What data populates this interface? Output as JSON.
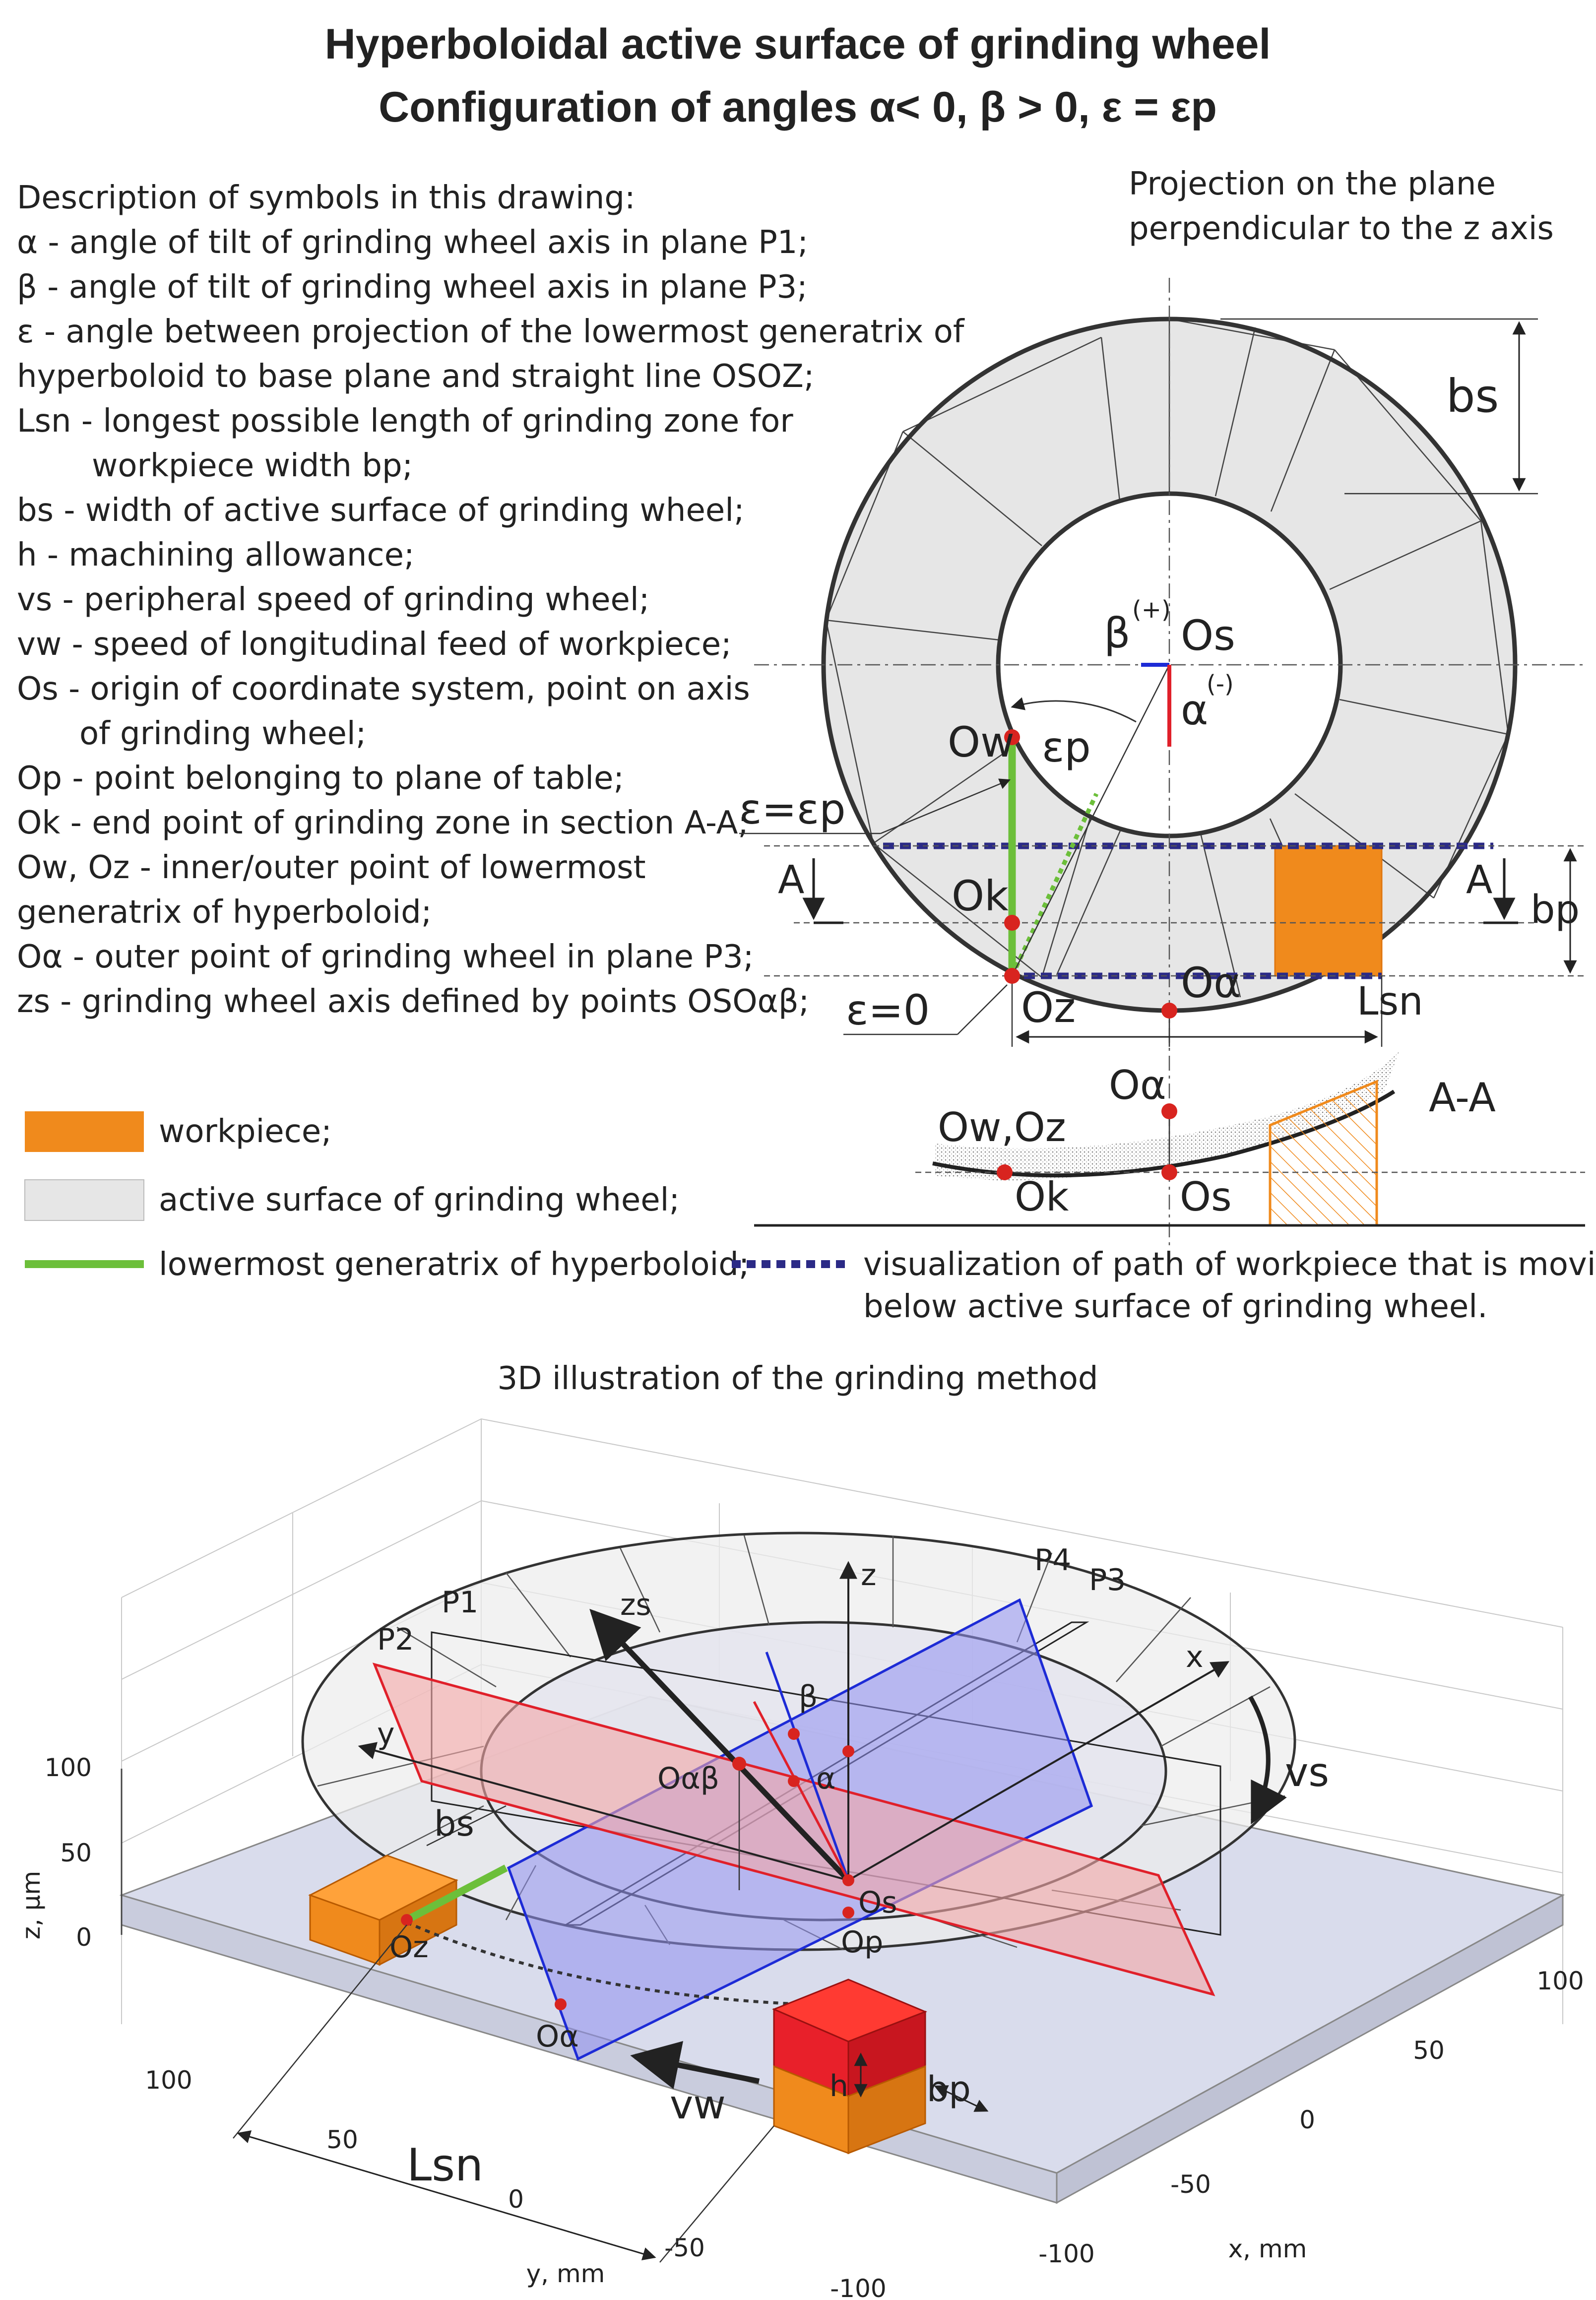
{
  "title": {
    "line1": "Hyperboloidal active surface of grinding wheel",
    "line2": "Configuration of angles α< 0, β > 0, ε = εp"
  },
  "description": {
    "heading": "Description of symbols in this drawing:",
    "lines": [
      "α - angle of tilt of grinding wheel axis in plane P1;",
      "β - angle of tilt of grinding wheel axis in plane P3;",
      "ε - angle between projection of the lowermost generatrix of",
      "hyperboloid to base plane and straight line OSOZ;",
      "Lsn - longest possible length of grinding zone for",
      "workpiece width bp;",
      "bs - width of active surface of grinding wheel;",
      "h - machining allowance;",
      "vs - peripheral speed of grinding wheel;",
      "vw - speed of longitudinal feed of workpiece;",
      "Os - origin of coordinate system, point on axis",
      "of grinding wheel;",
      "Op - point belonging to plane of table;",
      "Ok - end point of grinding zone in section A-A;",
      "Ow, Oz - inner/outer point of lowermost",
      "generatrix of hyperboloid;",
      "Oα - outer point of grinding wheel in plane P3;",
      "zs - grinding wheel axis defined by points OSOαβ;"
    ]
  },
  "legend": {
    "workpiece": "workpiece;",
    "active_surface": "active surface of grinding wheel;",
    "generatrix": "lowermost generatrix of hyperboloid;",
    "path_line1": "visualization of path of workpiece that is moving",
    "path_line2": "below active surface of grinding wheel."
  },
  "projection": {
    "caption_line1": "Projection on the plane",
    "caption_line2": "perpendicular to the z axis",
    "bs": "bs",
    "beta": "β",
    "beta_sign": "(+)",
    "alpha": "α",
    "alpha_sign": "(-)",
    "os": "Os",
    "ow": "Ow",
    "ep": "εp",
    "eps_eq": "ε=εp",
    "ok": "Ok",
    "eps0": "ε=0",
    "oz": "Oz",
    "oalpha": "Oα",
    "lsn": "Lsn",
    "bp": "bp",
    "a_left": "A",
    "a_right": "A"
  },
  "section": {
    "label": "A-A",
    "owoz": "Ow,Oz",
    "oalpha": "Oα",
    "ok": "Ok",
    "os": "Os"
  },
  "illustration": {
    "caption": "3D illustration of the grinding method",
    "z_axis_label": "z, μm",
    "z_ticks": [
      "100",
      "50",
      "0"
    ],
    "y_axis_label": "y, mm",
    "y_ticks": [
      "100",
      "50",
      "0",
      "-50",
      "-100"
    ],
    "x_axis_label": "x, mm",
    "x_ticks": [
      "100",
      "50",
      "0",
      "-50",
      "-100"
    ],
    "z": "z",
    "x": "x",
    "y": "y",
    "zs": "zs",
    "p1": "P1",
    "p2": "P2",
    "p3": "P3",
    "p4": "P4",
    "beta": "β",
    "alpha": "α",
    "oab": "Oαβ",
    "vs": "vs",
    "bs": "bs",
    "os": "Os",
    "op": "Op",
    "oz": "Oz",
    "oa": "Oα",
    "vw": "vw",
    "h": "h",
    "bp": "bp",
    "lsn": "Lsn"
  },
  "colors": {
    "workpiece": "#f08a1c",
    "allowance": "#e8202a",
    "active_surface": "#e6e6e6",
    "generatrix": "#6cbf3a",
    "path": "#2b2a86",
    "plane_p4": "#8f8ff0",
    "plane_p2": "#f4a6a6",
    "point": "#d8241f",
    "table": "#d9dcec"
  }
}
